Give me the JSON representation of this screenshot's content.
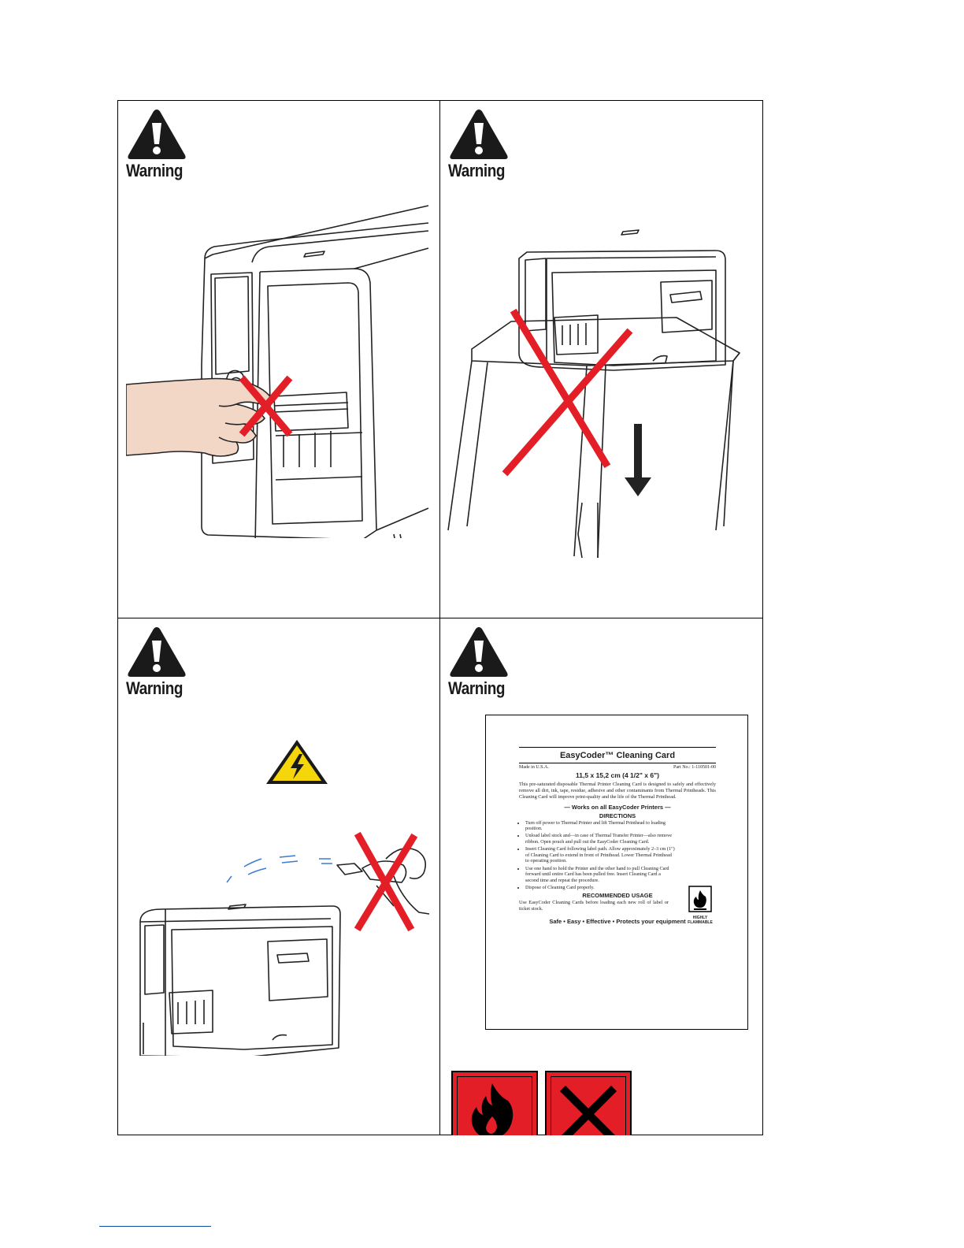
{
  "panels": [
    {
      "warning_label": "Warning"
    },
    {
      "warning_label": "Warning"
    },
    {
      "warning_label": "Warning"
    },
    {
      "warning_label": "Warning"
    }
  ],
  "cleaning_card": {
    "title": "EasyCoder™ Cleaning Card",
    "made_in": "Made in U.S.A.",
    "part_no": "Part No.: 1-110501-00",
    "size": "11,5 x 15,2 cm (4 1/2\" x 6\")",
    "intro": "This pre-saturated disposable Thermal Printer Cleaning Card is designed to safely and effectively remove all dirt, ink, tape, residue, adhesive and other contaminants from Thermal Printheads. This Cleaning Card will improve print-quality and the life of the Thermal Printhead.",
    "works_on": "— Works on all EasyCoder Printers —",
    "directions_heading": "DIRECTIONS",
    "directions": [
      "Turn off power to Thermal Printer and lift Thermal Printhead to loading position.",
      "Unload label stock and—in case of Thermal Transfer Printer—also remove ribbon. Open pouch and pull out the EasyCoder Cleaning Card.",
      "Insert Cleaning Card following label path. Allow approximately 2–3 cm (1\") of Cleaning Card to extend in front of Printhead. Lower Thermal Printhead to operating position.",
      "Use one hand to hold the Printer and the other hand to pull Cleaning Card forward until entire Card has been pulled free. Insert Cleaning Card a second time and repeat the procedure.",
      "Dispose of Cleaning Card properly."
    ],
    "flammable_label": "HIGHLY FLAMMABLE",
    "usage_heading": "RECOMMENDED USAGE",
    "usage_text": "Use EasyCoder Cleaning Cards before loading each new roll of label or ticket stock.",
    "footer": "Safe • Easy • Effective • Protects your equipment"
  },
  "icons": {
    "warning": "warning-triangle-icon",
    "electric": "electric-hazard-icon",
    "flammable": "flammable-hazard-icon",
    "harmful": "harmful-x-icon",
    "prohibited": "red-x-icon"
  },
  "colors": {
    "prohibit_red": "#e41e26",
    "hazard_yellow": "#f5d60a",
    "footnote_blue": "#0a4fa3"
  }
}
